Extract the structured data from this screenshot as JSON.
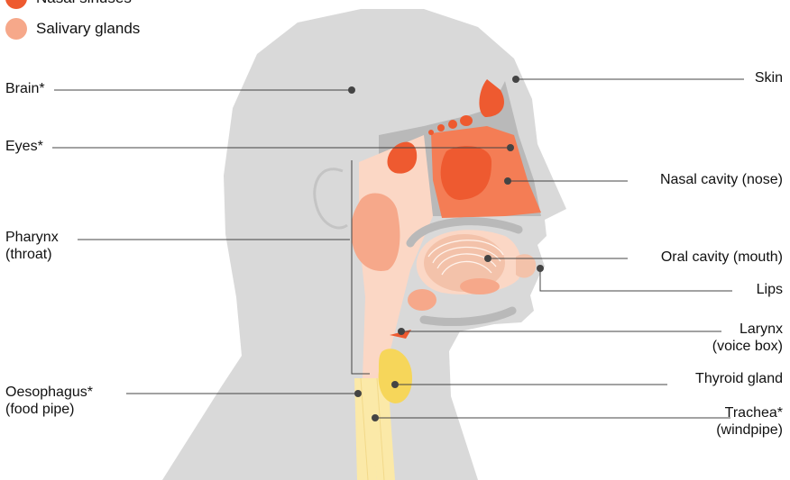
{
  "colors": {
    "nasal_sinuses": "#ee5a30",
    "salivary_glands": "#f6a88a",
    "thyroid": "#f6d65a",
    "head": "#d9d9d9"
  },
  "legend": [
    {
      "label": "Nasal sinuses",
      "color": "#ee5a30"
    },
    {
      "label": "Salivary glands",
      "color": "#f6a88a"
    }
  ],
  "labels": {
    "brain": "Brain*",
    "eyes": "Eyes*",
    "pharynx_1": "Pharynx",
    "pharynx_2": "(throat)",
    "oesophagus_1": "Oesophagus*",
    "oesophagus_2": "(food pipe)",
    "skin": "Skin",
    "nasal_cavity": "Nasal cavity (nose)",
    "oral_cavity": "Oral cavity (mouth)",
    "lips": "Lips",
    "larynx_1": "Larynx",
    "larynx_2": "(voice box)",
    "thyroid": "Thyroid gland",
    "trachea_1": "Trachea*",
    "trachea_2": "(windpipe)"
  }
}
